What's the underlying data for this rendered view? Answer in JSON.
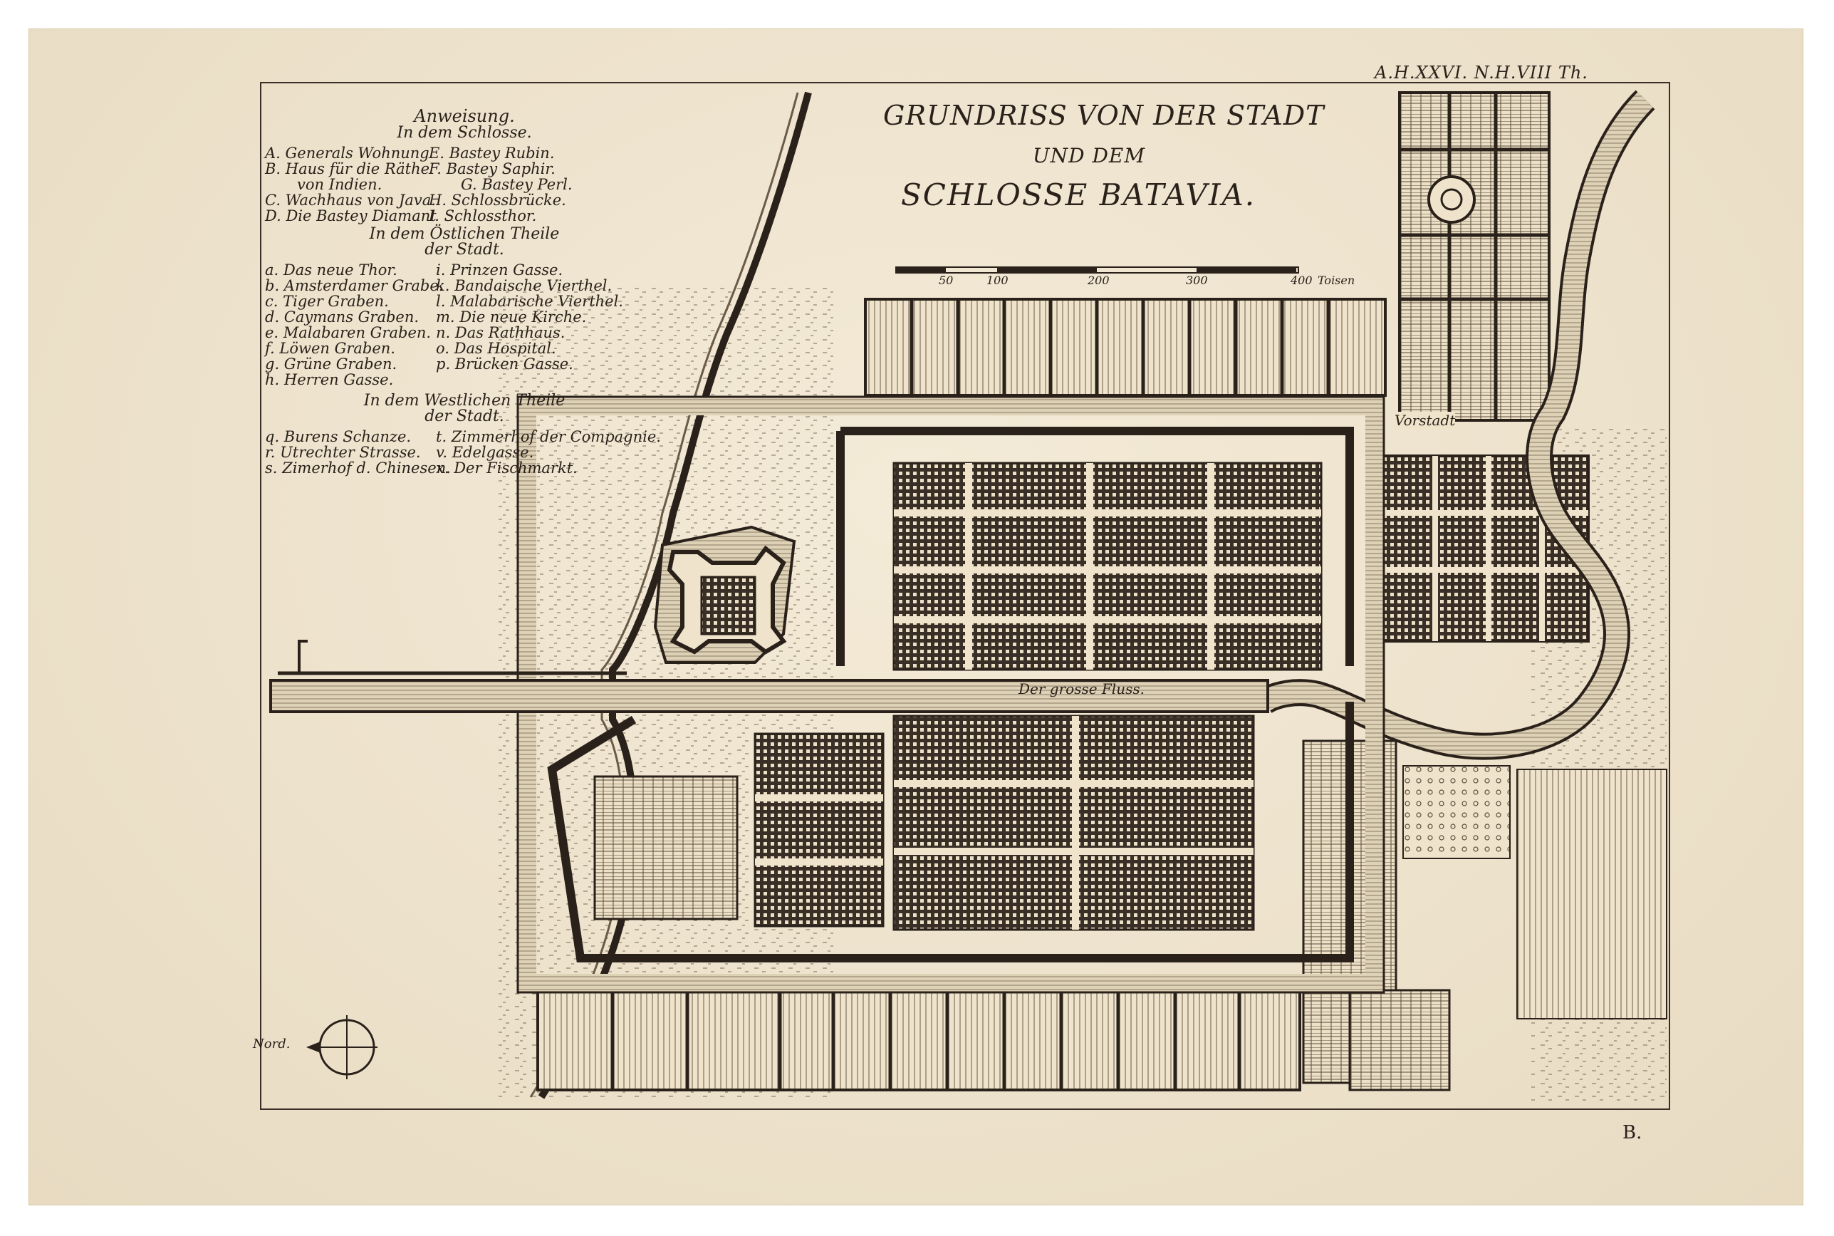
{
  "plate_reference": "A.H.XXVI. N.H.VIII Th.",
  "plate_letter": "B.",
  "title": {
    "line1": "GRUNDRISS VON DER STADT",
    "line2": "UND DEM",
    "line3": "SCHLOSSE BATAVIA."
  },
  "scale": {
    "ticks": [
      "50",
      "100",
      "200",
      "300",
      "400"
    ],
    "unit": "Toisen"
  },
  "legend": {
    "heading": "Anweisung.",
    "castle_heading": "In dem Schlosse.",
    "castle_items": [
      [
        "A. Generals Wohnung",
        "E. Bastey Rubin."
      ],
      [
        "B. Haus für die Räthe",
        "F. Bastey Saphir."
      ],
      [
        "von Indien.",
        "G. Bastey Perl."
      ],
      [
        "C. Wachhaus von Java.",
        "H. Schlossbrücke."
      ],
      [
        "D. Die Bastey Diamant",
        "I. Schlossthor."
      ]
    ],
    "east_heading_1": "In dem Östlichen Theile",
    "east_heading_2": "der Stadt.",
    "east_items": [
      [
        "a. Das neue Thor.",
        "i. Prinzen Gasse."
      ],
      [
        "b. Amsterdamer Grabe.",
        "k. Bandaische Vierthel."
      ],
      [
        "c. Tiger Graben.",
        "l. Malabarische Vierthel."
      ],
      [
        "d. Caymans Graben.",
        "m. Die neue Kirche."
      ],
      [
        "e. Malabaren Graben.",
        "n. Das Rathhaus."
      ],
      [
        "f. Löwen Graben.",
        "o. Das Hospital."
      ],
      [
        "g. Grüne Graben.",
        "p. Brücken Gasse."
      ],
      [
        "h. Herren Gasse.",
        ""
      ]
    ],
    "west_heading_1": "In dem Westlichen Theile",
    "west_heading_2": "der Stadt.",
    "west_items": [
      [
        "q. Burens Schanze.",
        "t. Zimmerhof der Compagnie."
      ],
      [
        "r. Utrechter Strasse.",
        "v. Edelgasse."
      ],
      [
        "s. Zimerhof d. Chinesen.",
        "x. Der Fischmarkt."
      ]
    ]
  },
  "map_labels": {
    "river": "Der grosse Fluss.",
    "suburb": "Vorstadt",
    "north": "Nord."
  },
  "colors": {
    "paper": "#f1e6cf",
    "ink": "#2a211a",
    "water": "#d9cdb2"
  }
}
